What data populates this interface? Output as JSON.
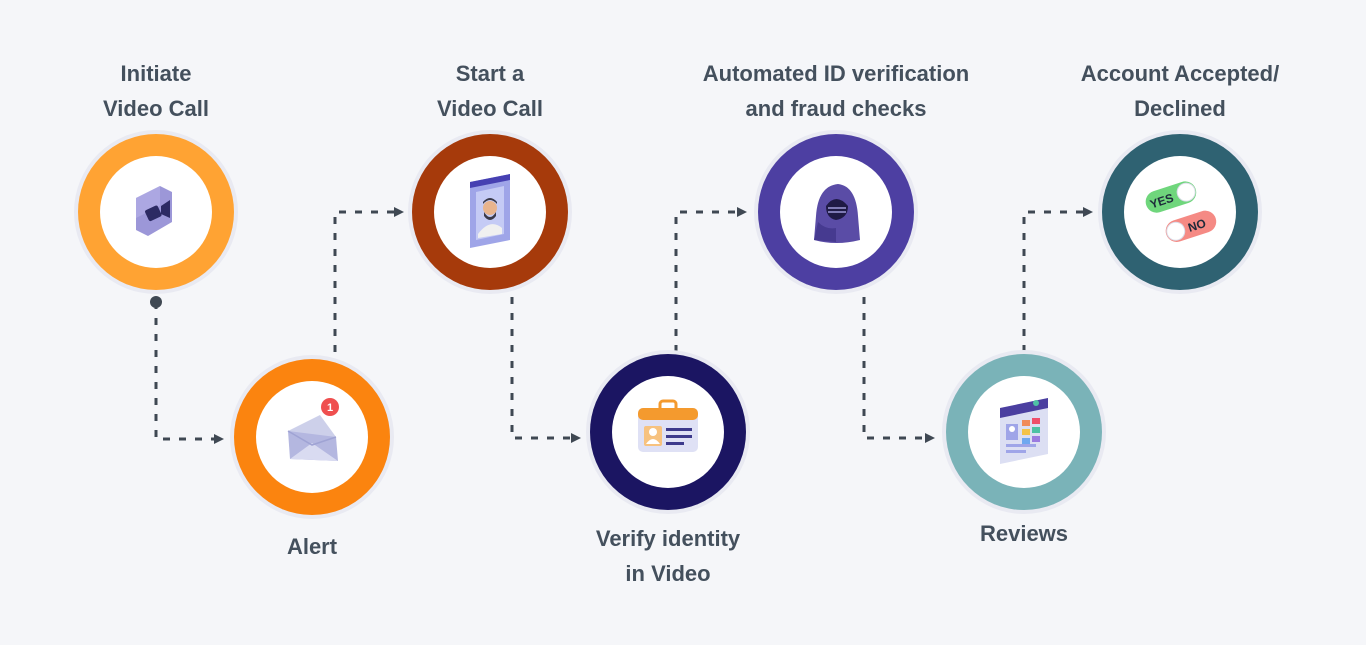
{
  "steps": [
    {
      "id": "initiate",
      "lines": [
        "Initiate",
        "Video Call"
      ],
      "color": "#ffa333",
      "icon": "video-camera-icon"
    },
    {
      "id": "alert",
      "lines": [
        "Alert"
      ],
      "color": "#fb840f",
      "icon": "envelope-icon",
      "badge": "1"
    },
    {
      "id": "start",
      "lines": [
        "Start a",
        "Video Call"
      ],
      "color": "#a63a0b",
      "icon": "video-person-icon"
    },
    {
      "id": "verify",
      "lines": [
        "Verify identity",
        "in Video"
      ],
      "color": "#1b1562",
      "icon": "id-card-icon"
    },
    {
      "id": "automated",
      "lines": [
        "Automated ID verification",
        "and fraud checks"
      ],
      "color": "#4d3fa2",
      "icon": "hacker-icon"
    },
    {
      "id": "reviews",
      "lines": [
        "Reviews"
      ],
      "color": "#7ab3b8",
      "icon": "dashboard-icon"
    },
    {
      "id": "account",
      "lines": [
        "Account Accepted/",
        "Declined"
      ],
      "color": "#2f6272",
      "icon": "yes-no-toggle-icon",
      "yes": "YES",
      "no": "NO"
    }
  ],
  "connector_color": "#3f4853"
}
